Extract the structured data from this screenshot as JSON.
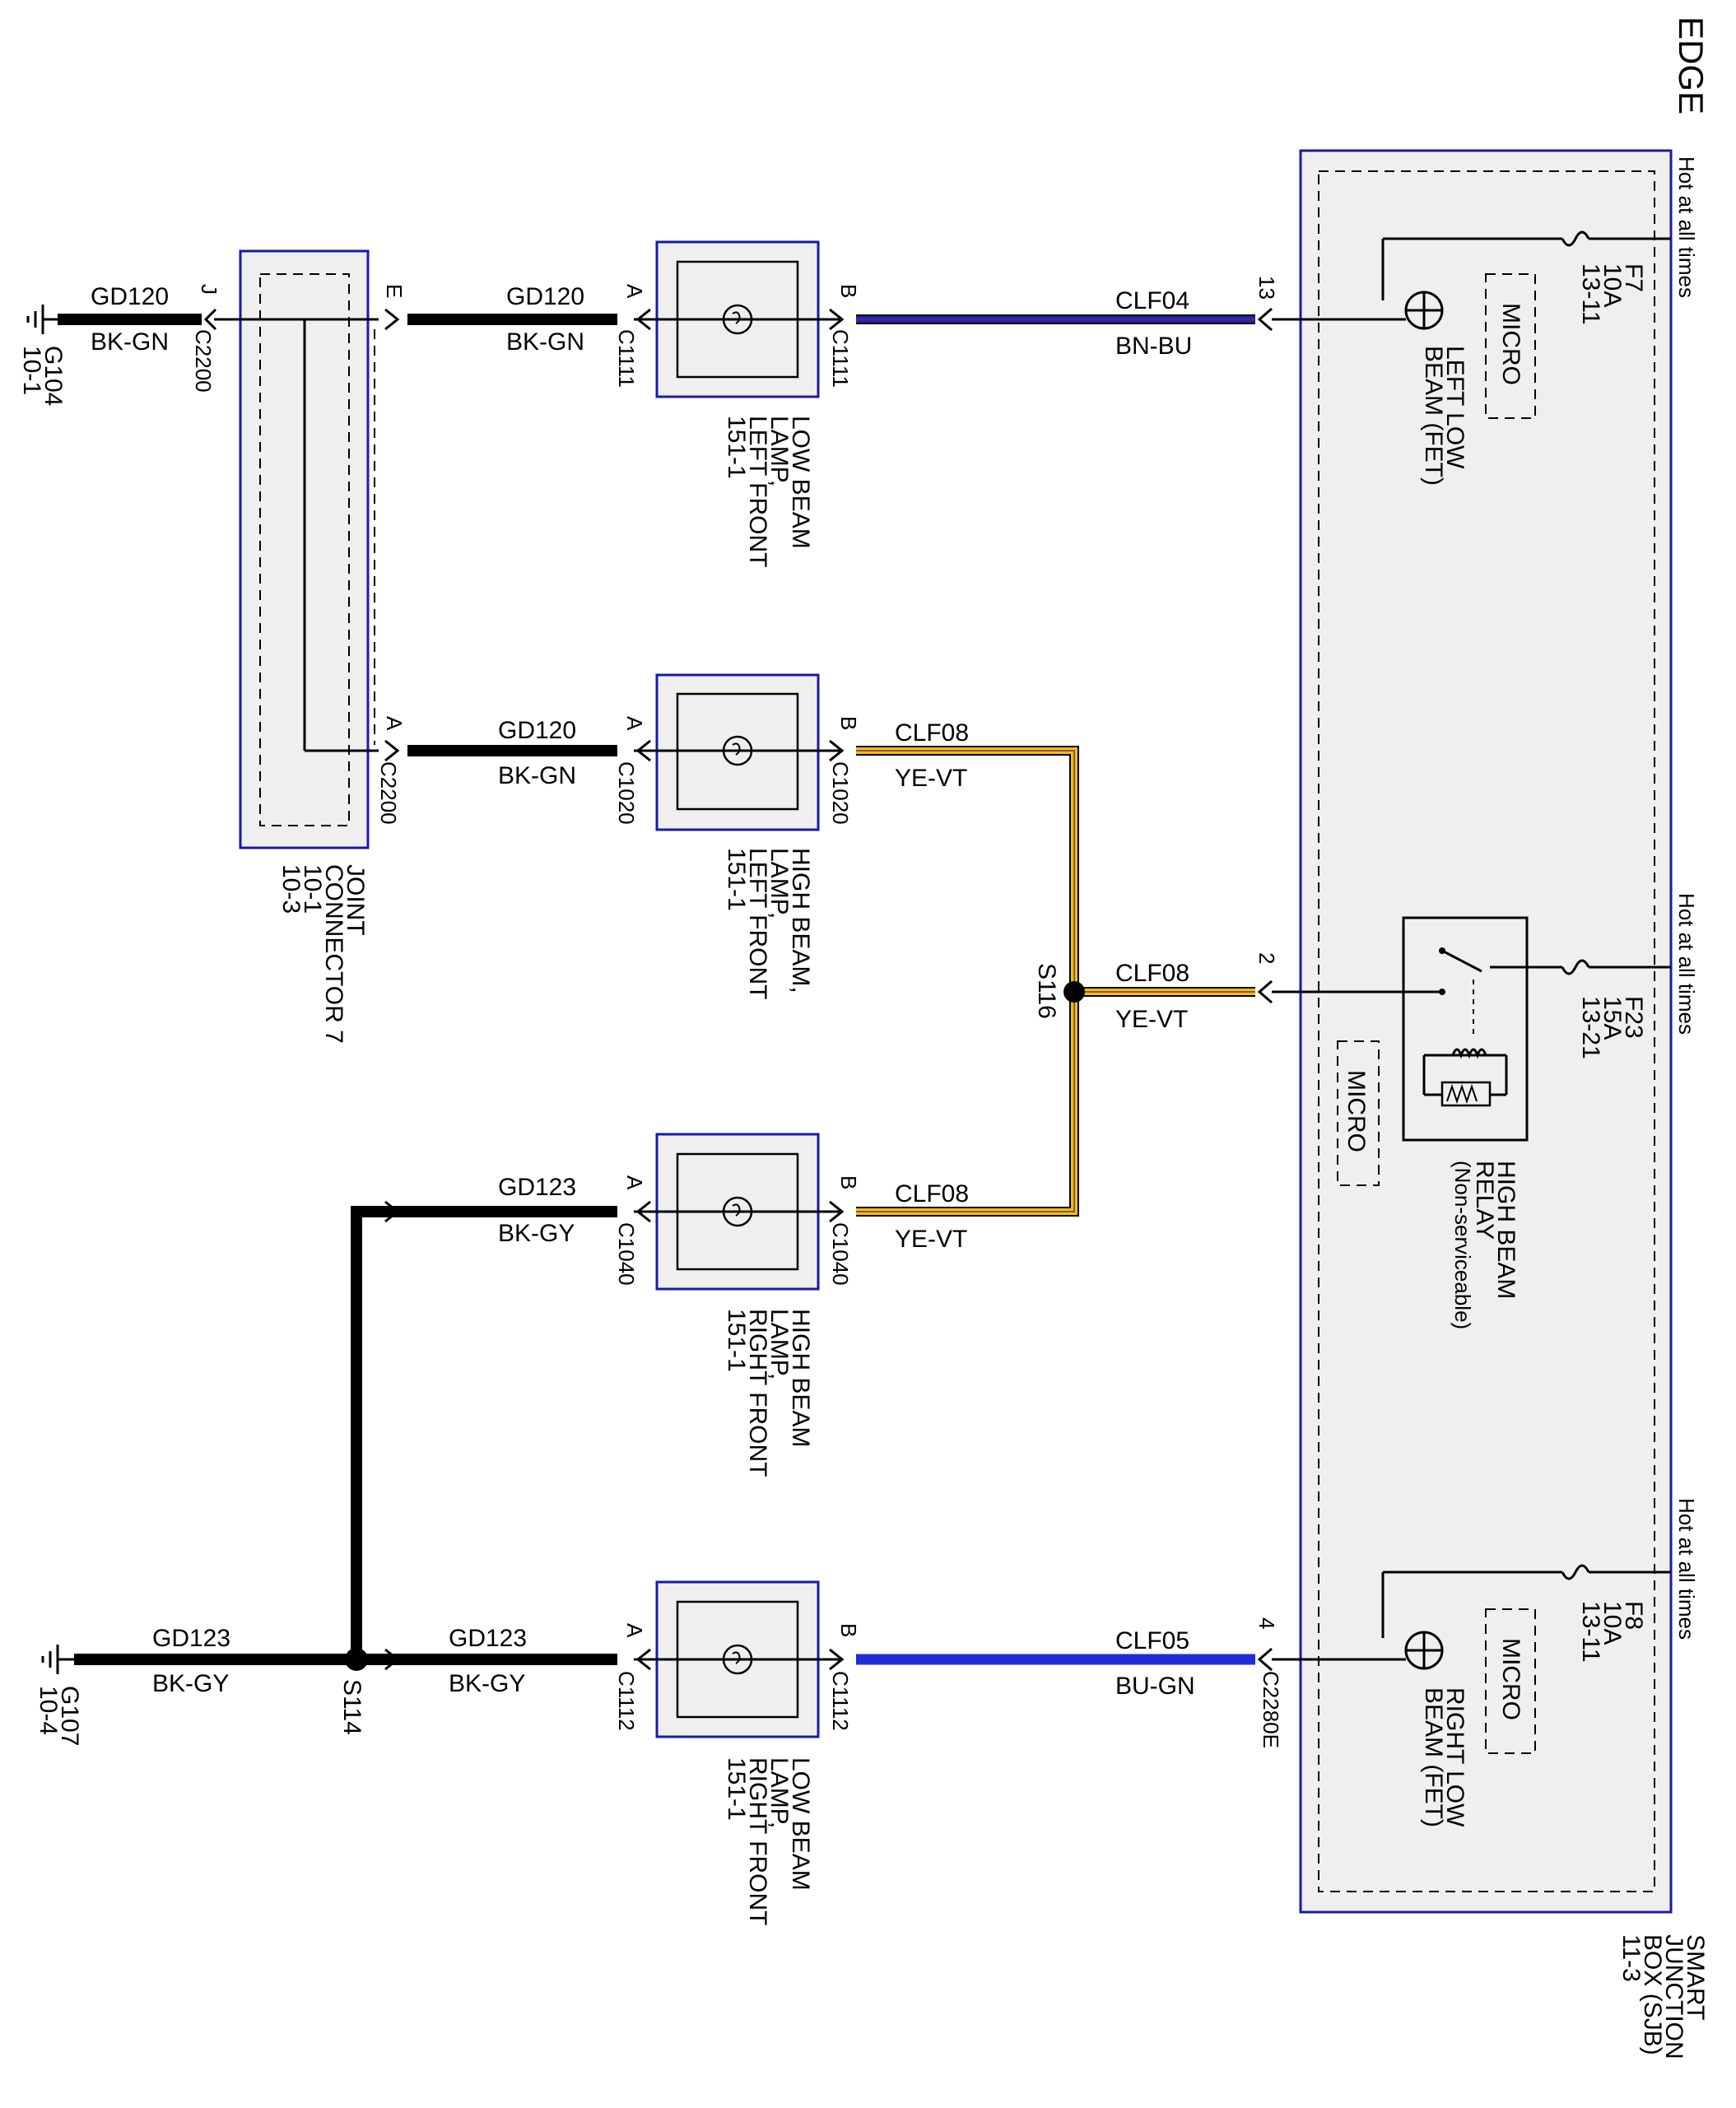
{
  "header": {
    "title": "EDGE"
  },
  "power": {
    "hot": "Hot at all times"
  },
  "sjb": {
    "label": [
      "SMART",
      "JUNCTION",
      "BOX (SJB)",
      "11-3"
    ],
    "micro": "MICRO",
    "fuses": [
      {
        "name": "F7",
        "rating": "10A",
        "ref": "13-11"
      },
      {
        "name": "F23",
        "rating": "15A",
        "ref": "13-21"
      },
      {
        "name": "F8",
        "rating": "10A",
        "ref": "13-11"
      }
    ],
    "left_fet": [
      "LEFT LOW",
      "BEAM (FET)"
    ],
    "right_fet": [
      "RIGHT LOW",
      "BEAM (FET)"
    ],
    "relay": [
      "HIGH BEAM",
      "RELAY",
      "(Non-serviceable)"
    ],
    "pins": {
      "p13": "13",
      "p2": "2",
      "p4": "4"
    },
    "connector": "C2280E"
  },
  "wires": {
    "clf04": {
      "circuit": "CLF04",
      "color": "BN-BU"
    },
    "clf08": {
      "circuit": "CLF08",
      "color": "YE-VT"
    },
    "clf05": {
      "circuit": "CLF05",
      "color": "BU-GN"
    },
    "gd120": {
      "circuit": "GD120",
      "color": "BK-GN"
    },
    "gd123": {
      "circuit": "GD123",
      "color": "BK-GY"
    }
  },
  "lamps": [
    {
      "lines": [
        "LOW BEAM",
        "LAMP,",
        "LEFT FRONT",
        "151-1"
      ],
      "connector": "C1111"
    },
    {
      "lines": [
        "HIGH BEAM,",
        "LAMP,",
        "LEFT FRONT",
        "151-1"
      ],
      "connector": "C1020"
    },
    {
      "lines": [
        "HIGH BEAM",
        "LAMP,",
        "RIGHT FRONT",
        "151-1"
      ],
      "connector": "C1040"
    },
    {
      "lines": [
        "LOW BEAM",
        "LAMP,",
        "RIGHT FRONT",
        "151-1"
      ],
      "connector": "C1112"
    }
  ],
  "pins": {
    "a": "A",
    "b": "B",
    "e": "E",
    "j": "J"
  },
  "joint": {
    "lines": [
      "JOINT",
      "CONNECTOR 7",
      "10-1",
      "10-3"
    ],
    "connector": "C2200"
  },
  "splices": {
    "s116": "S116",
    "s114": "S114"
  },
  "grounds": [
    {
      "name": "G104",
      "ref": "10-1"
    },
    {
      "name": "G107",
      "ref": "10-4"
    }
  ],
  "colors": {
    "box_border": "#1a1aa8",
    "box_fill": "#efefef",
    "brown_blue": "#3b1f7a",
    "yellow": "#f2c200",
    "blue": "#1f2fd6"
  }
}
